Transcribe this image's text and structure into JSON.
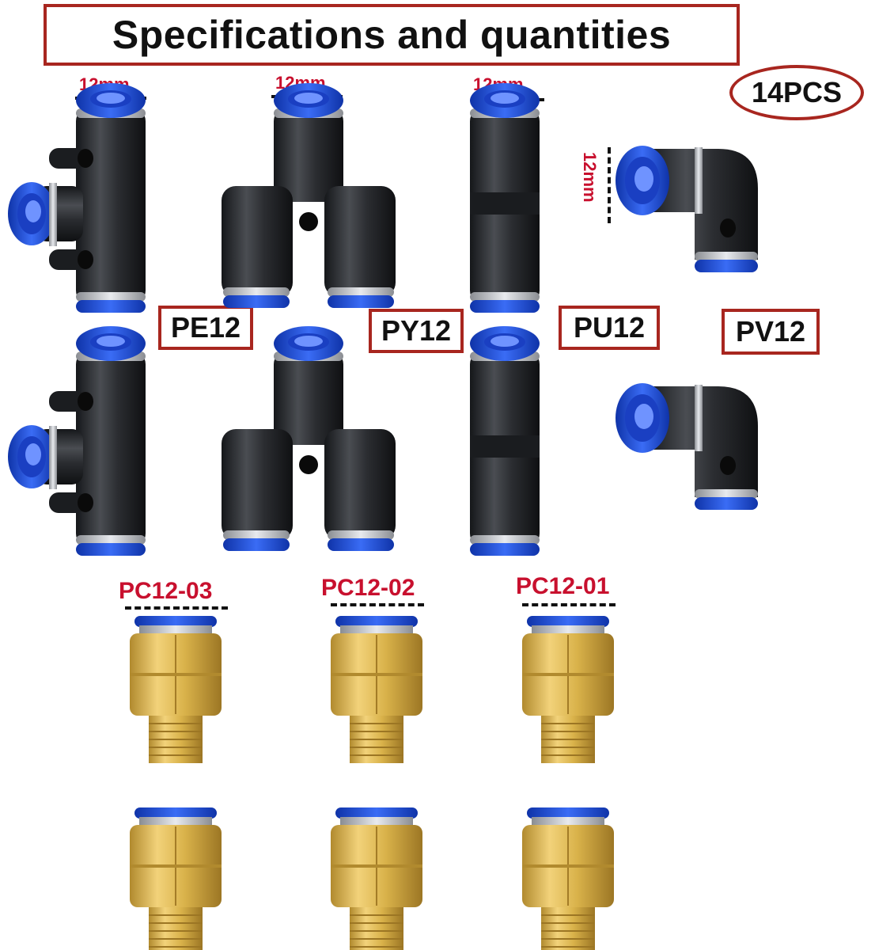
{
  "title": "Specifications and quantities",
  "quantity": "14PCS",
  "dimension_label": "12mm",
  "models": {
    "pe": "PE12",
    "py": "PY12",
    "pu": "PU12",
    "pv": "PV12"
  },
  "brass_models": {
    "pc03": "PC12-03",
    "pc02": "PC12-02",
    "pc01": "PC12-01"
  },
  "colors": {
    "accent_border": "#a8261f",
    "dimension_text": "#c8102e",
    "fitting_body": "#2a2c30",
    "collet_blue": "#1e4fd8",
    "brass": "#d9b24a"
  }
}
